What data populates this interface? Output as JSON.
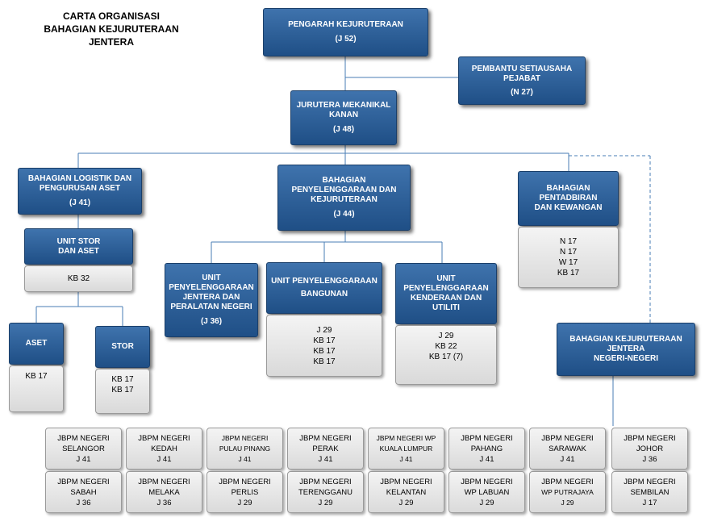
{
  "title": {
    "line1": "CARTA ORGANISASI",
    "line2": "BAHAGIAN KEJURUTERAAN",
    "line3": "JENTERA"
  },
  "pengarah": {
    "name": "PENGARAH KEJURUTERAAN",
    "grade": "(J 52)"
  },
  "pembantu": {
    "line1": "PEMBANTU SETIAUSAHA",
    "line2": "PEJABAT",
    "grade": "(N 27)"
  },
  "jurutera": {
    "line1": "JURUTERA MEKANIKAL",
    "line2": "KANAN",
    "grade": "(J 48)"
  },
  "logistik": {
    "line1": "BAHAGIAN LOGISTIK DAN",
    "line2": "PENGURUSAN ASET",
    "grade": "(J 41)"
  },
  "penyelenggaraan": {
    "line1": "BAHAGIAN",
    "line2": "PENYELENGGARAAN DAN",
    "line3": "KEJURUTERAAN",
    "grade": "(J 44)"
  },
  "pentadbiran": {
    "line1": "BAHAGIAN",
    "line2": "PENTADBIRAN",
    "line3": "DAN KEWANGAN",
    "staff": [
      "N 17",
      "N 17",
      "W 17",
      "KB 17"
    ]
  },
  "unit_stor": {
    "line1": "UNIT STOR",
    "line2": "DAN ASET",
    "staff": [
      "KB 32"
    ]
  },
  "aset": {
    "label": "ASET",
    "staff": [
      "KB 17"
    ]
  },
  "stor": {
    "label": "STOR",
    "staff": [
      "KB 17",
      "KB 17"
    ]
  },
  "unit_jentera": {
    "line1": "UNIT",
    "line2": "PENYELENGGARAAN",
    "line3": "JENTERA DAN",
    "line4": "PERALATAN NEGERI",
    "grade": "(J 36)"
  },
  "unit_bangunan": {
    "line1": "UNIT PENYELENGGARAAN",
    "line2": "BANGUNAN",
    "staff": [
      "J 29",
      "KB 17",
      "KB 17",
      "KB 17"
    ]
  },
  "unit_kenderaan": {
    "line1": "UNIT",
    "line2": "PENYELENGGARAAN",
    "line3": "KENDERAAN DAN",
    "line4": "UTILITI",
    "staff": [
      "J 29",
      "KB 22",
      "KB 17 (7)"
    ]
  },
  "negeri": {
    "line1": "BAHAGIAN KEJURUTERAAN",
    "line2": "JENTERA",
    "line3": "NEGERI-NEGERI"
  },
  "states": [
    {
      "line1": "JBPM NEGERI",
      "line2": "SELANGOR",
      "grade": "J 41"
    },
    {
      "line1": "JBPM NEGERI",
      "line2": "KEDAH",
      "grade": "J 41"
    },
    {
      "line1": "JBPM NEGERI",
      "line2": "PULAU PINANG",
      "grade": "J 41"
    },
    {
      "line1": "JBPM NEGERI",
      "line2": "PERAK",
      "grade": "J 41"
    },
    {
      "line1": "JBPM NEGERI WP",
      "line2": "KUALA LUMPUR",
      "grade": "J 41"
    },
    {
      "line1": "JBPM NEGERI",
      "line2": "PAHANG",
      "grade": "J 41"
    },
    {
      "line1": "JBPM NEGERI",
      "line2": "SARAWAK",
      "grade": "J 41"
    },
    {
      "line1": "JBPM NEGERI",
      "line2": "JOHOR",
      "grade": "J 36"
    },
    {
      "line1": "JBPM NEGERI",
      "line2": "SABAH",
      "grade": "J 36"
    },
    {
      "line1": "JBPM NEGERI",
      "line2": "MELAKA",
      "grade": "J 36"
    },
    {
      "line1": "JBPM NEGERI",
      "line2": "PERLIS",
      "grade": "J 29"
    },
    {
      "line1": "JBPM NEGERI",
      "line2": "TERENGGANU",
      "grade": "J 29"
    },
    {
      "line1": "JBPM NEGERI",
      "line2": "KELANTAN",
      "grade": "J 29"
    },
    {
      "line1": "JBPM NEGERI",
      "line2": "WP LABUAN",
      "grade": "J 29"
    },
    {
      "line1": "JBPM NEGERI",
      "line2": "WP PUTRAJAYA",
      "grade": "J 29"
    },
    {
      "line1": "JBPM NEGERI",
      "line2": "SEMBILAN",
      "grade": "J 17"
    }
  ]
}
